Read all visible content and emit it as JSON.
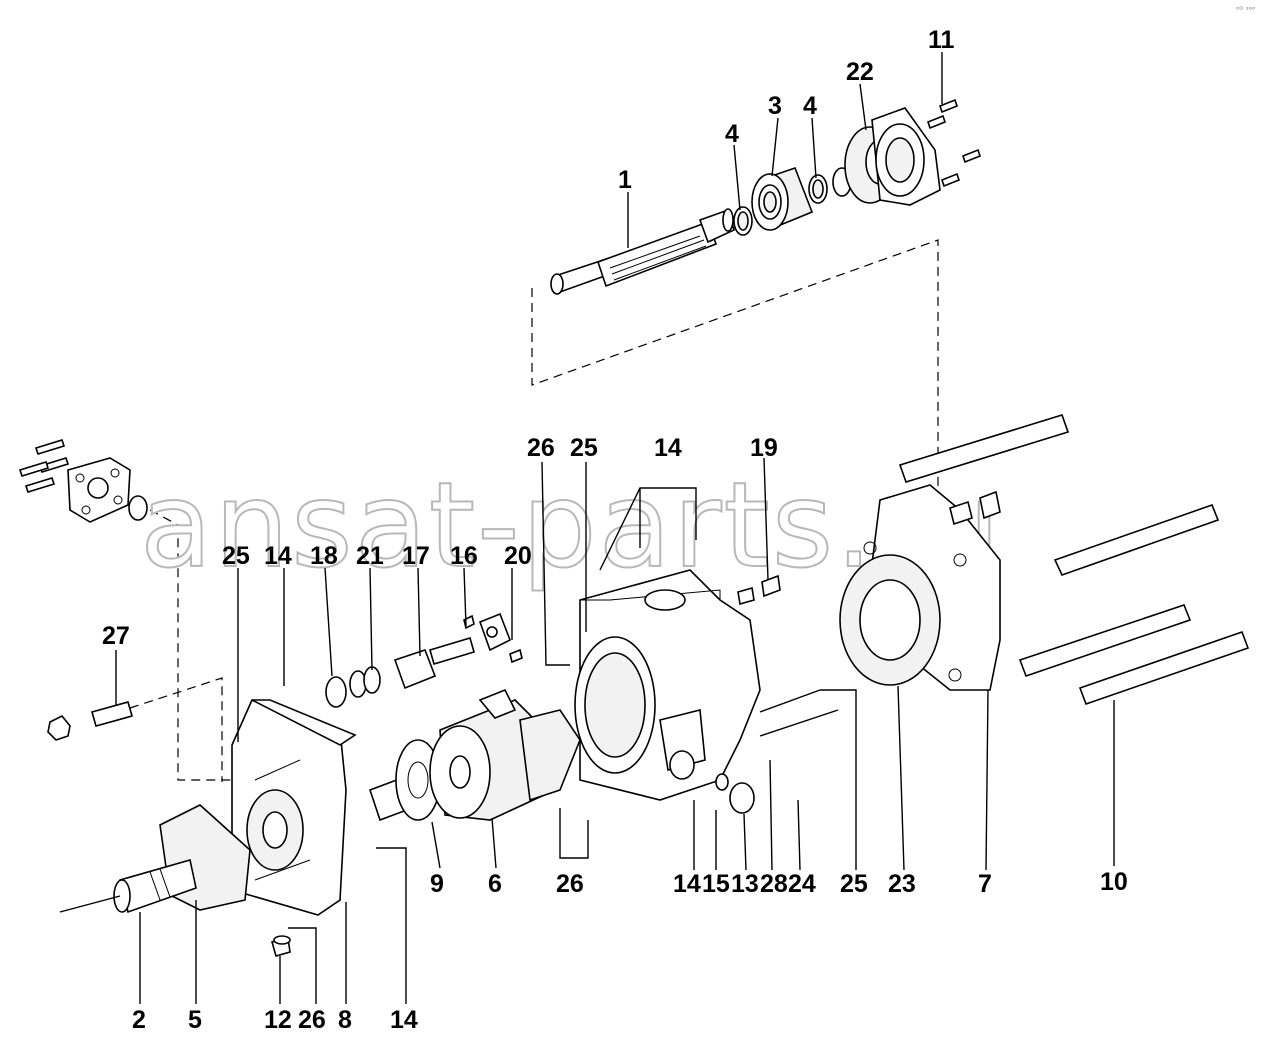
{
  "corner_mark": "ᵒᴰ ˢᵒᵒ",
  "watermark": "ansat-parts.ru",
  "callouts": {
    "c1": "1",
    "c2": "2",
    "c3": "3",
    "c4a": "4",
    "c4b": "4",
    "c5": "5",
    "c6": "6",
    "c7": "7",
    "c8": "8",
    "c9": "9",
    "c10": "10",
    "c11": "11",
    "c12": "12",
    "c13": "13",
    "c14_top": "14",
    "c14_left": "14",
    "c14_mid": "14",
    "c14_bottom": "14",
    "c15": "15",
    "c16": "16",
    "c17": "17",
    "c18": "18",
    "c19": "19",
    "c20": "20",
    "c21": "21",
    "c22": "22",
    "c23": "23",
    "c24": "24",
    "c25_top": "25",
    "c25_left": "25",
    "c25_right": "25",
    "c26_top": "26",
    "c26_mid": "26",
    "c26_bottom": "26",
    "c27": "27",
    "c28": "28"
  }
}
